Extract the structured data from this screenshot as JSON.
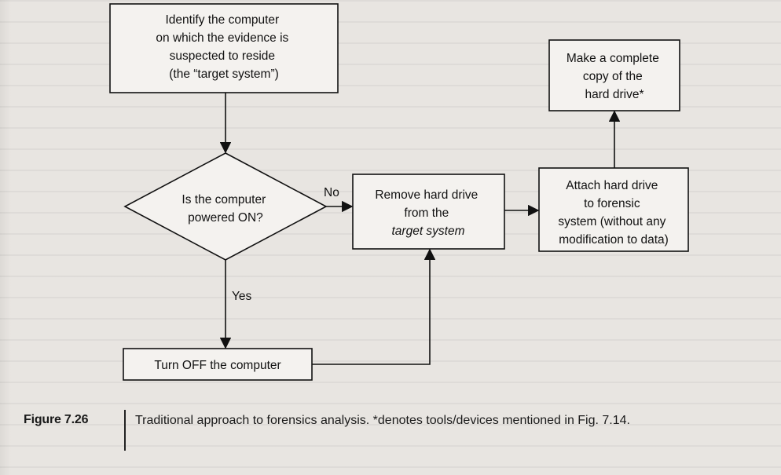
{
  "nodes": {
    "identify": {
      "lines": [
        {
          "text": "Identify the computer",
          "italic": false
        },
        {
          "text": "on which the evidence is",
          "italic": false
        },
        {
          "text": "suspected to reside",
          "italic": false
        },
        {
          "text": "(the “target system”)",
          "italic": false
        }
      ]
    },
    "powered_on": {
      "lines": [
        {
          "text": "Is the computer",
          "italic": false
        },
        {
          "text": "powered ON?",
          "italic": false
        }
      ]
    },
    "turn_off": {
      "lines": [
        {
          "text": "Turn OFF the computer",
          "italic": false
        }
      ]
    },
    "remove_drive": {
      "lines": [
        {
          "text": "Remove hard drive",
          "italic": false
        },
        {
          "text": "from the",
          "italic": false
        },
        {
          "text": "target system",
          "italic": true
        }
      ]
    },
    "attach_drive": {
      "lines": [
        {
          "text": "Attach hard drive",
          "italic": false
        },
        {
          "text": "to  forensic",
          "italic": false
        },
        {
          "text": "system (without any",
          "italic": false
        },
        {
          "text": "modification to data)",
          "italic": false
        }
      ]
    },
    "copy_drive": {
      "lines": [
        {
          "text": "Make a complete",
          "italic": false
        },
        {
          "text": "copy of the",
          "italic": false
        },
        {
          "text": "hard drive*",
          "italic": false
        }
      ]
    }
  },
  "edges": {
    "no_label": "No",
    "yes_label": "Yes"
  },
  "caption": {
    "label": "Figure 7.26",
    "text": "Traditional approach to forensics analysis. *denotes tools/devices mentioned in Fig. 7.14."
  }
}
